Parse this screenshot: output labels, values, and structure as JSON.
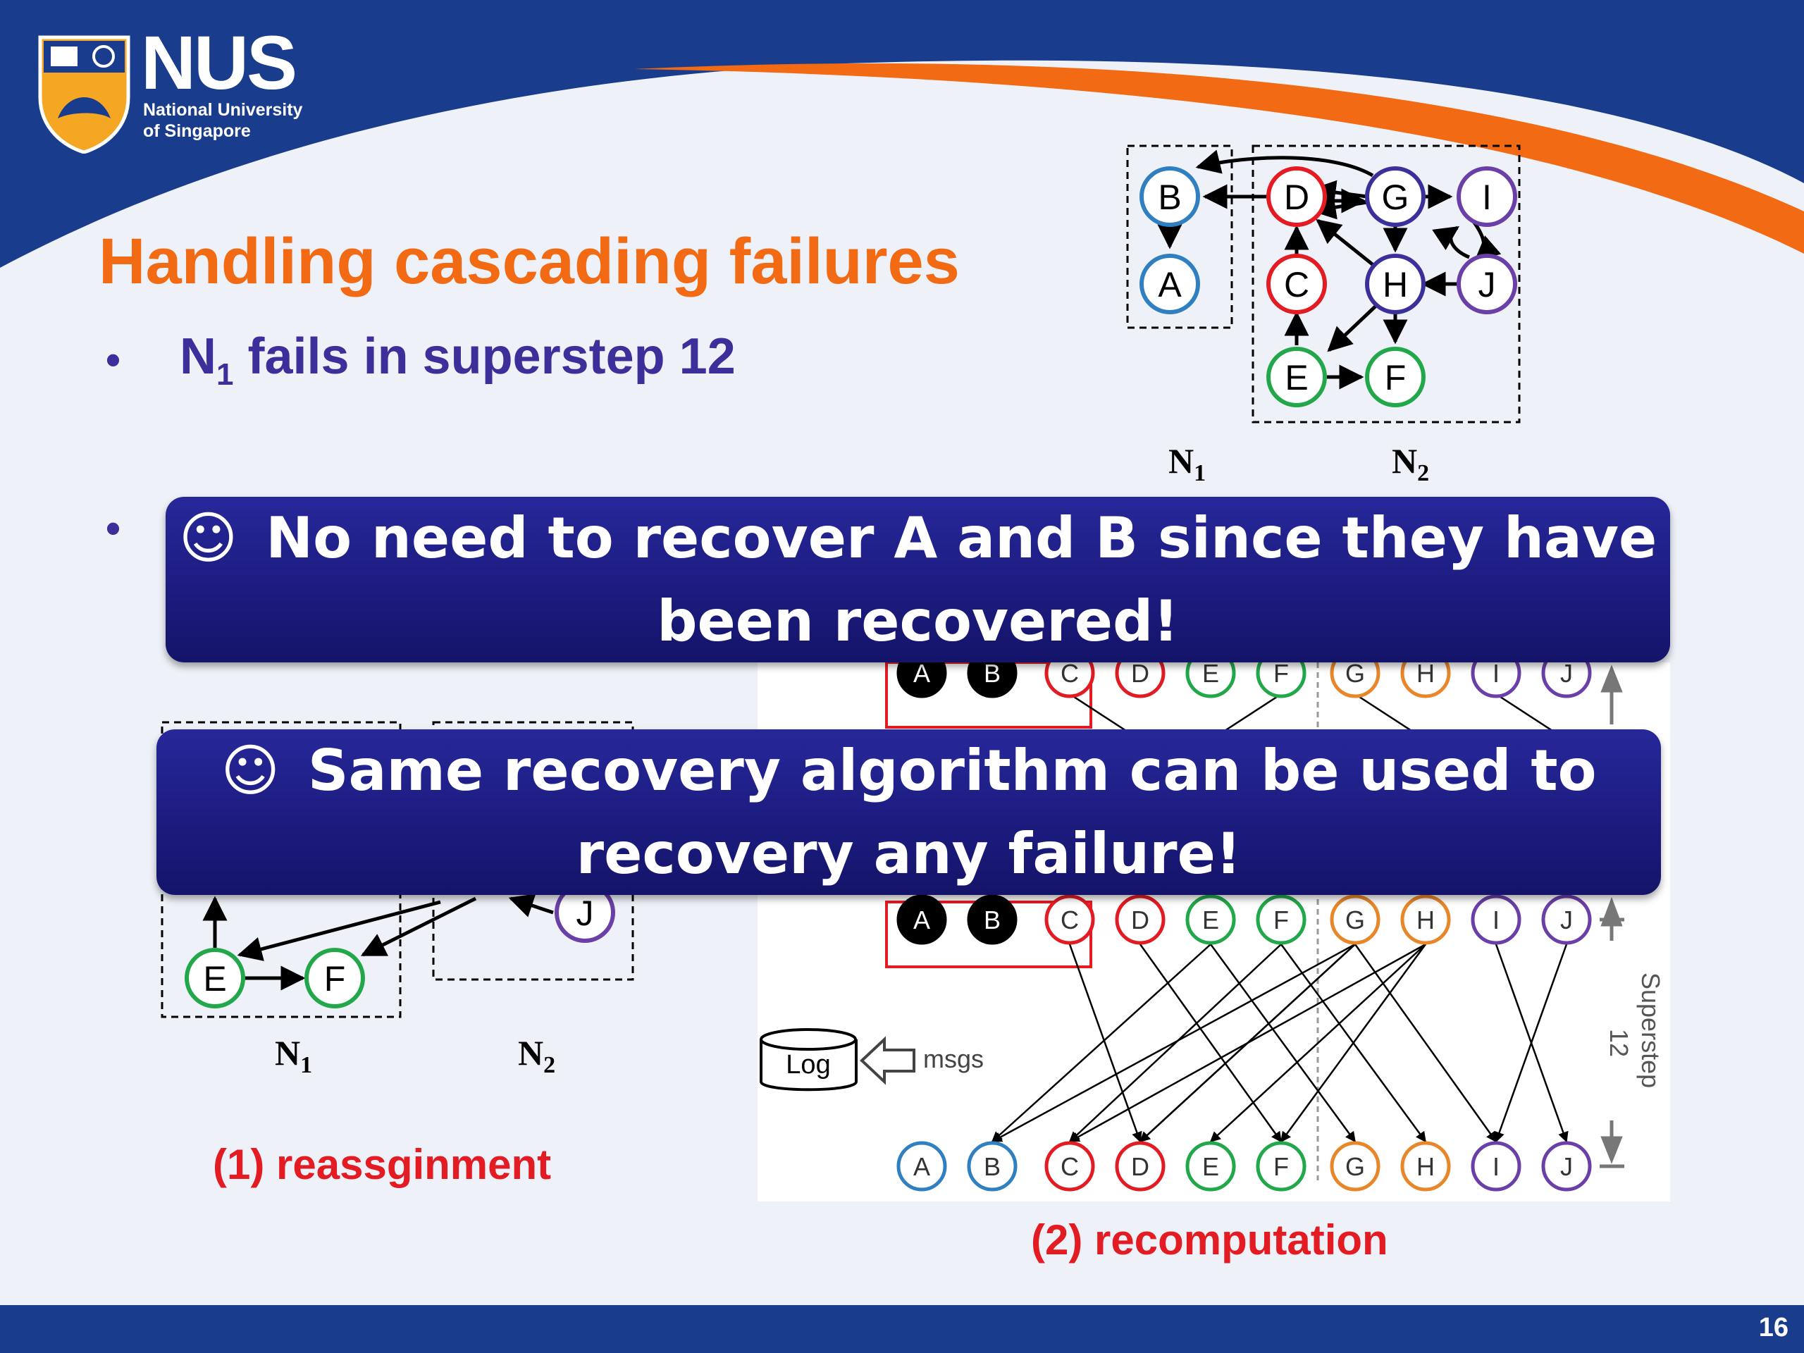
{
  "logo": {
    "wordmark": "NUS",
    "subtitle_line1": "National University",
    "subtitle_line2": "of Singapore"
  },
  "slide": {
    "title": "Handling cascading failures",
    "bullet1_prefix": "N",
    "bullet1_sub": "1",
    "bullet1_suffix": " fails in superstep 12",
    "page_number": "16"
  },
  "banners": {
    "smile_glyph": "☺",
    "banner1_line1": "No need to recover A and B since they have",
    "banner1_line2": "been recovered!",
    "banner2_line1": "Same recovery algorithm can be used to",
    "banner2_line2": "recovery any failure!"
  },
  "top_graph": {
    "n1_label": "N",
    "n1_sub": "1",
    "n2_label": "N",
    "n2_sub": "2",
    "nodes": [
      "B",
      "A",
      "D",
      "G",
      "I",
      "C",
      "H",
      "J",
      "E",
      "F"
    ]
  },
  "left_graph": {
    "nodes": [
      "E",
      "F",
      "J"
    ],
    "n1_label": "N",
    "n1_sub": "1",
    "n2_label": "N",
    "n2_sub": "2",
    "caption": "(1) reassginment"
  },
  "right_diagram": {
    "row_labels": [
      "A",
      "B",
      "C",
      "D",
      "E",
      "F",
      "G",
      "H",
      "I",
      "J"
    ],
    "log_label": "Log",
    "msgs_label": "msgs",
    "superstep_label": "Superstep",
    "superstep_number": "12",
    "caption": "(2) recomputation"
  },
  "colors": {
    "header_blue": "#1a3c8c",
    "accent_orange": "#f26b14",
    "banner_navy": "#1c1c80",
    "caption_red": "#e31b23",
    "node_blue": "#2f7fc1",
    "node_red": "#e31b23",
    "node_purple": "#6a3fa8",
    "node_green": "#22a84a",
    "node_orange": "#e8862a"
  }
}
